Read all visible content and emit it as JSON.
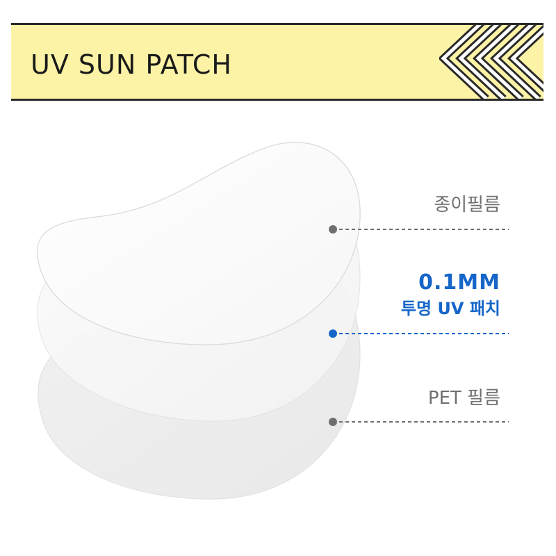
{
  "header": {
    "title": "UV SUN PATCH"
  },
  "layers": {
    "top_label": "종이필름",
    "middle_label_main": "0.1MM",
    "middle_label_sub": "투명 UV 패치",
    "bottom_label": "PET 필름"
  },
  "colors": {
    "header_background": "#fcf3a6",
    "accent_blue": "#1666c9",
    "gray_text": "#6f6f6f",
    "border": "#2a2a2a"
  }
}
